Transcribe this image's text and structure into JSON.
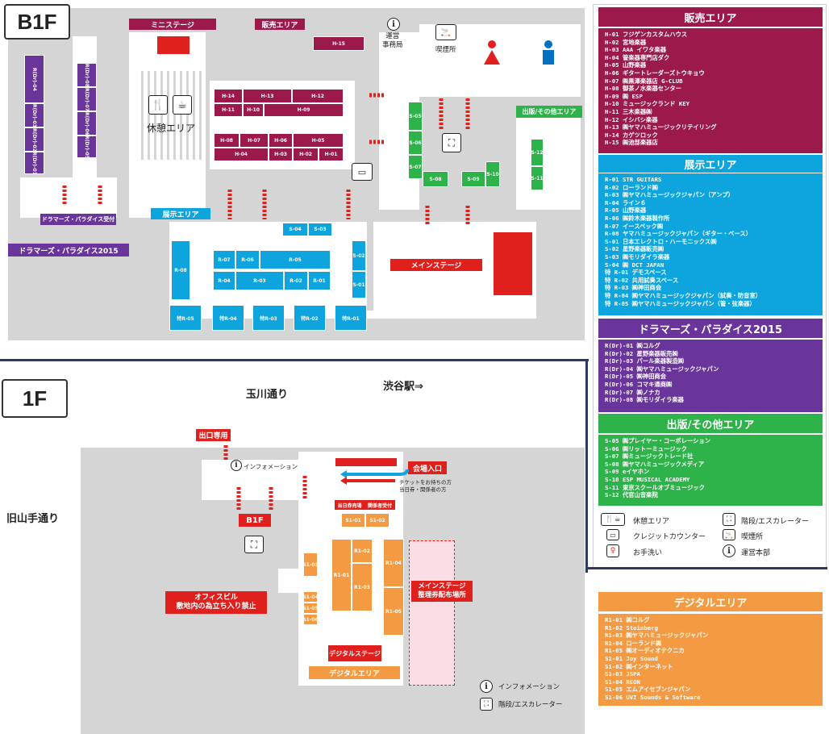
{
  "floors": {
    "b1": "B1F",
    "f1": "1F"
  },
  "streets": {
    "tamagawa": "玉川通り",
    "shibuya": "渋谷駅⇒",
    "kyuyamate": "旧山手通り"
  },
  "b1": {
    "mini_stage": "ミニステージ",
    "sales_area": "販売エリア",
    "office": "運営\n事務局",
    "smoking": "喫煙所",
    "rest_area": "休憩エリア",
    "exhibit_area": "展示エリア",
    "publishing_area": "出版/その他エリア",
    "main_stage": "メインステージ",
    "drummers_reception": "ドラマーズ・パラダイス受付",
    "drummers_area": "ドラマーズ・パラダイス2015",
    "h_booths": [
      "H-15",
      "H-14",
      "H-13",
      "H-12",
      "H-11",
      "H-10",
      "H-09",
      "H-08",
      "H-07",
      "H-06",
      "H-05",
      "H-04",
      "H-03",
      "H-02",
      "H-01"
    ],
    "r_booths": [
      "R-08",
      "R-07",
      "R-06",
      "R-05",
      "R-04",
      "R-03",
      "R-02",
      "R-01"
    ],
    "toku_booths": [
      "特R-05",
      "特R-04",
      "特R-03",
      "特R-02",
      "特R-01"
    ],
    "s_booths": [
      "S-04",
      "S-03",
      "S-02",
      "S-01",
      "S-05",
      "S-06",
      "S-07",
      "S-08",
      "S-09",
      "S-10",
      "S-12",
      "S-11"
    ],
    "dr_left": [
      "R(Dr)-04",
      "R(Dr)-03",
      "R(Dr)-02",
      "R(Dr)-01"
    ],
    "dr_right": [
      "R(Dr)-08",
      "R(Dr)-07",
      "R(Dr)-06",
      "R(Dr)-05"
    ]
  },
  "f1": {
    "exit_only": "出口専用",
    "information": "インフォメーション",
    "entrance": "会場入口",
    "ticket_holder": "チケットをお持ちの方",
    "sameday_ticket": "当日券・関係者の方",
    "sameday_counter": "当日券売場",
    "staff_reception": "関係者受付",
    "b1_label": "B1F",
    "office_building": "オフィスビル\n敷地内の為立ち入り禁止",
    "main_stage_ticket": "メインステージ\n整理券配布場所",
    "digital_stage": "デジタルステージ",
    "digital_area": "デジタルエリア",
    "booths": [
      "S1-01",
      "S1-02",
      "S1-03",
      "S1-04",
      "S1-05",
      "S1-06",
      "R1-01",
      "R1-02",
      "R1-03",
      "R1-04",
      "R1-05"
    ],
    "legend_info": "インフォメーション",
    "legend_escalator": "階段/エスカレーター"
  },
  "legend": {
    "sales": {
      "title": "販売エリア",
      "items": [
        "H-01 フジゲンカスタムハウス",
        "H-02 宮地楽器",
        "H-03 AAA イワタ楽器",
        "H-04 管楽器専門店ダク",
        "H-05 山野楽器",
        "H-06 ギタートレーダーズトウキョウ",
        "H-07 ㈱黒澤楽器店 G-CLUB",
        "H-08 御茶ノ水楽器センター",
        "H-09 ㈱ ESP",
        "H-10 ミュージックランド KEY",
        "H-11 三木楽器㈱",
        "H-12 イシバシ楽器",
        "H-13 ㈱ヤマハミュージックリテイリング",
        "H-14 カゲツロック",
        "H-15 ㈱池部楽器店"
      ]
    },
    "exhibit": {
      "title": "展示エリア",
      "items": [
        "R-01 STR GUITARS",
        "R-02 ローランド㈱",
        "R-03 ㈱ヤマハミュージックジャパン（アンプ）",
        "R-04 ライン６",
        "R-05 山野楽器",
        "R-06 ㈱鈴木楽器製作所",
        "R-07 イースペック㈱",
        "R-08 ヤマハミュージックジャパン（ギター・ベース）",
        "S-01 日本エレクトロ・ハーモニックス㈱",
        "S-02 星野楽器販売㈱",
        "S-03 ㈱モリダイラ楽器",
        "S-04 ㈱ DCT JAPAN",
        "特 R-01 デモスペース",
        "特 R-02 共用試奏スペース",
        "特 R-03 ㈱神田商会",
        "特 R-04 ㈱ヤマハミュージックジャパン（試奏・防音室）",
        "特 R-05 ㈱ヤマハミュージックジャパン（管・弦楽器）"
      ]
    },
    "drummers": {
      "title": "ドラマーズ・パラダイス2015",
      "items": [
        "R(Dr)-01 ㈱コルグ",
        "R(Dr)-02 星野楽器販売㈱",
        "R(Dr)-03 パール楽器製造㈱",
        "R(Dr)-04 ㈱ヤマハミュージックジャパン",
        "R(Dr)-05 ㈱神田商会",
        "R(Dr)-06 コマキ通商㈱",
        "R(Dr)-07 ㈱ノナカ",
        "R(Dr)-08 ㈱モリダイラ楽器"
      ]
    },
    "publishing": {
      "title": "出版/その他エリア",
      "items": [
        "S-05 ㈱プレイヤー・コーポレーション",
        "S-06 ㈱リットーミュージック",
        "S-07 ㈱ミュージックトレード社",
        "S-08 ㈱ヤマハミュージックメディア",
        "S-09 eイヤホン",
        "S-10 ESP MUSICAL ACADEMY",
        "S-11 東京スクールオブミュージック",
        "S-12 代官山音楽院"
      ]
    },
    "icons": {
      "rest": "休憩エリア",
      "stairs": "階段/エスカレーター",
      "credit": "クレジットカウンター",
      "smoking": "喫煙所",
      "toilet": "お手洗い",
      "office": "運営本部"
    },
    "digital": {
      "title": "デジタルエリア",
      "items": [
        "R1-01 ㈱コルグ",
        "R1-02 Steinberg",
        "R1-03 ㈱ヤマハミュージックジャパン",
        "R1-04 ローランド㈱",
        "R1-05 ㈱オーディオテクニカ",
        "S1-01 Joy Sound",
        "S1-02 ㈱インターネット",
        "S1-03 JSPA",
        "S1-04 REON",
        "S1-05 エムアイセブンジャパン",
        "S1-06 UVI Sounds & Software"
      ]
    }
  },
  "colors": {
    "sales": "#9b1a4b",
    "exhibit": "#0ea5df",
    "drummers": "#6a359a",
    "publishing": "#2db34a",
    "digital": "#f39a42",
    "stage": "#e0201c",
    "floor": "#d5d5d5"
  }
}
